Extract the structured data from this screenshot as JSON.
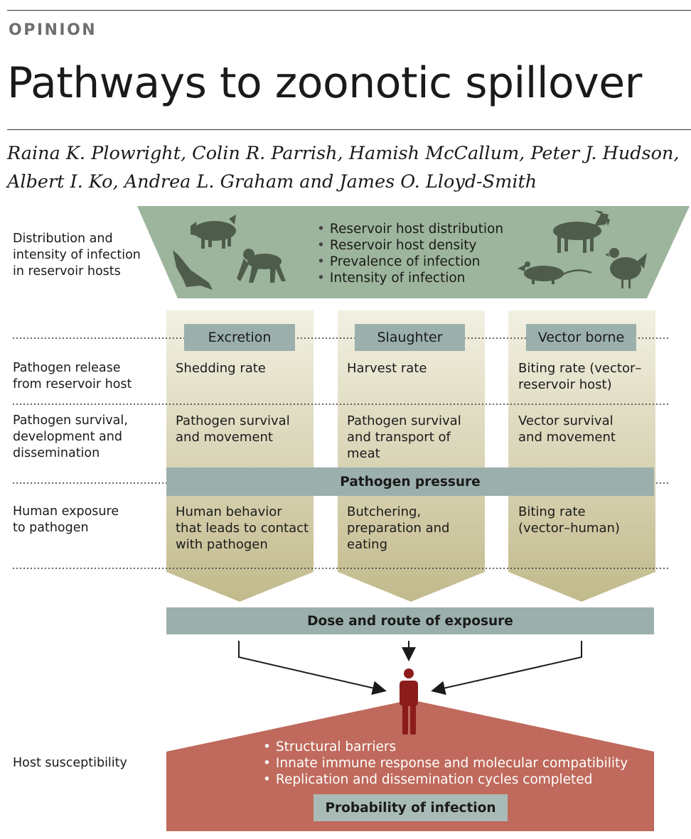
{
  "header": {
    "kicker": "OPINION",
    "title": "Pathways to zoonotic spillover",
    "authors_line1": "Raina K. Plowright, Colin R. Parrish, Hamish McCallum, Peter J. Hudson,",
    "authors_line2": "Albert I. Ko, Andrea L. Graham and James O. Lloyd-Smith"
  },
  "row_labels": {
    "reservoir": [
      "Distribution and",
      "intensity of infection",
      "in reservoir hosts"
    ],
    "release": [
      "Pathogen release",
      "from reservoir host"
    ],
    "survival": [
      "Pathogen survival,",
      "development and",
      "dissemination"
    ],
    "exposure": [
      "Human exposure",
      "to pathogen"
    ],
    "host": "Host susceptibility"
  },
  "reservoir": {
    "bullets": [
      "Reservoir host distribution",
      "Reservoir host density",
      "Prevalence of infection",
      "Intensity of infection"
    ],
    "icons": [
      "pig-icon",
      "bat-icon",
      "chimpanzee-icon",
      "goat-icon",
      "rat-icon",
      "chicken-icon"
    ]
  },
  "columns": [
    {
      "heading": "Excretion",
      "release": [
        "Shedding rate"
      ],
      "survival": [
        "Pathogen survival",
        "and movement"
      ],
      "exposure": [
        "Human behavior",
        "that leads to contact",
        "with pathogen"
      ]
    },
    {
      "heading": "Slaughter",
      "release": [
        "Harvest rate"
      ],
      "survival": [
        "Pathogen survival",
        "and transport of",
        "meat"
      ],
      "exposure": [
        "Butchering,",
        "preparation and",
        "eating"
      ]
    },
    {
      "heading": "Vector borne",
      "release": [
        "Biting rate (vector–",
        "reservoir host)"
      ],
      "survival": [
        "Vector survival",
        "and movement"
      ],
      "exposure": [
        "Biting rate",
        "(vector–human)"
      ]
    }
  ],
  "bars": {
    "pressure": "Pathogen pressure",
    "dose": "Dose and route of exposure"
  },
  "host": {
    "bullets": [
      "Structural barriers",
      "Innate immune response and molecular compatibility",
      "Replication and dissemination cycles completed"
    ],
    "probability": "Probability of infection"
  },
  "colors": {
    "reservoir_fill": "#9db59c",
    "column_top": "#efeddc",
    "column_bottom": "#c5bd8f",
    "bar": "#9bb0ac",
    "host_fill": "#bf6a5c",
    "person": "#8c1c1c"
  }
}
